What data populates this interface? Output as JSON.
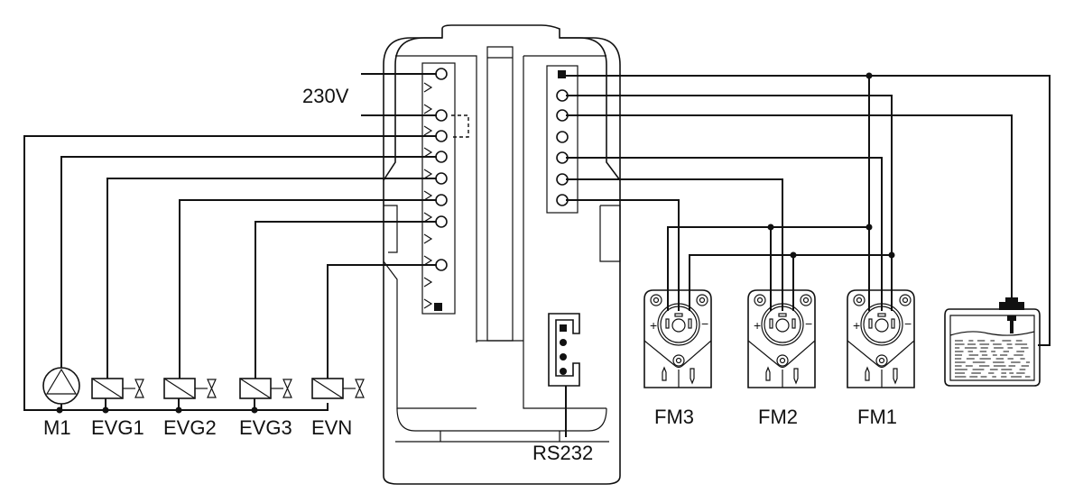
{
  "diagram": {
    "title": "Controller wiring diagram",
    "power_label": "230V",
    "serial_label": "RS232",
    "loads": [
      {
        "id": "M1",
        "label": "M1",
        "icon": "pump-icon"
      },
      {
        "id": "EVG1",
        "label": "EVG1",
        "icon": "solenoid-valve-icon"
      },
      {
        "id": "EVG2",
        "label": "EVG2",
        "icon": "solenoid-valve-icon"
      },
      {
        "id": "EVG3",
        "label": "EVG3",
        "icon": "solenoid-valve-icon"
      },
      {
        "id": "EVN",
        "label": "EVN",
        "icon": "solenoid-valve-icon"
      }
    ],
    "flowmeters": [
      {
        "id": "FM3",
        "label": "FM3",
        "plus": "+",
        "minus": "−"
      },
      {
        "id": "FM2",
        "label": "FM2",
        "plus": "+",
        "minus": "−"
      },
      {
        "id": "FM1",
        "label": "FM1",
        "plus": "+",
        "minus": "−"
      }
    ],
    "tank": {
      "label": "",
      "icon": "level-probe-tank-icon"
    },
    "left_terminal": {
      "pins": 12,
      "icon": "terminal-block-icon"
    },
    "right_terminal": {
      "pins": 7,
      "icon": "terminal-block-icon"
    },
    "serial_connector": {
      "pins": 4,
      "icon": "serial-connector-icon"
    }
  }
}
